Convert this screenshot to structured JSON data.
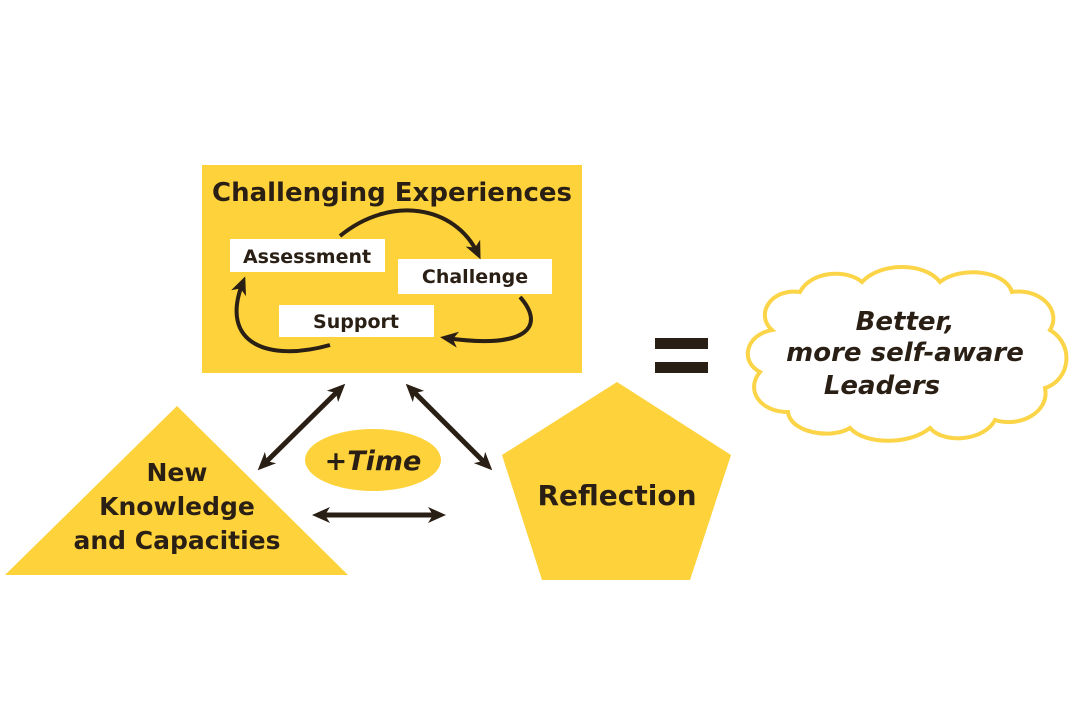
{
  "colors": {
    "yellow": "#FDD23A",
    "cloud_stroke": "#FBD447",
    "dark": "#2a1f14",
    "white": "#ffffff"
  },
  "experiences": {
    "title": "Challenging Experiences",
    "assessment": "Assessment",
    "challenge": "Challenge",
    "support": "Support"
  },
  "knowledge": {
    "line1": "New",
    "line2": "Knowledge",
    "line3": "and Capacities"
  },
  "time_label": "+Time",
  "reflection": "Reflection",
  "equals_sign": "=",
  "outcome": {
    "line1": "Better,",
    "line2": "more self-aware",
    "line3": "Leaders"
  }
}
